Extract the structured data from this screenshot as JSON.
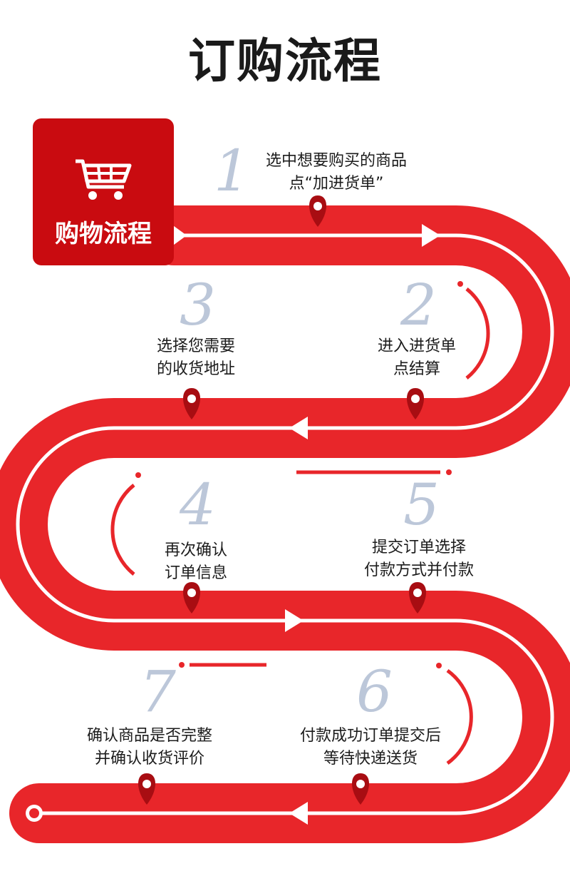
{
  "title": "订购流程",
  "badge": {
    "label": "购物流程",
    "icon": "shopping-cart-icon"
  },
  "steps": [
    {
      "number": "1",
      "line1": "选中想要购买的商品",
      "line2": "点“加进货单”"
    },
    {
      "number": "2",
      "line1": "进入进货单",
      "line2": "点结算"
    },
    {
      "number": "3",
      "line1": "选择您需要",
      "line2": "的收货地址"
    },
    {
      "number": "4",
      "line1": "再次确认",
      "line2": "订单信息"
    },
    {
      "number": "5",
      "line1": "提交订单选择",
      "line2": "付款方式并付款"
    },
    {
      "number": "6",
      "line1": "付款成功订单提交后",
      "line2": "等待快递送货"
    },
    {
      "number": "7",
      "line1": "确认商品是否完整",
      "line2": "并确认收货评价"
    }
  ],
  "colors": {
    "road": "#e8262a",
    "badge": "#c90b10",
    "pin": "#a80d12",
    "number": "#bcc7d9",
    "line": "#ffffff"
  }
}
